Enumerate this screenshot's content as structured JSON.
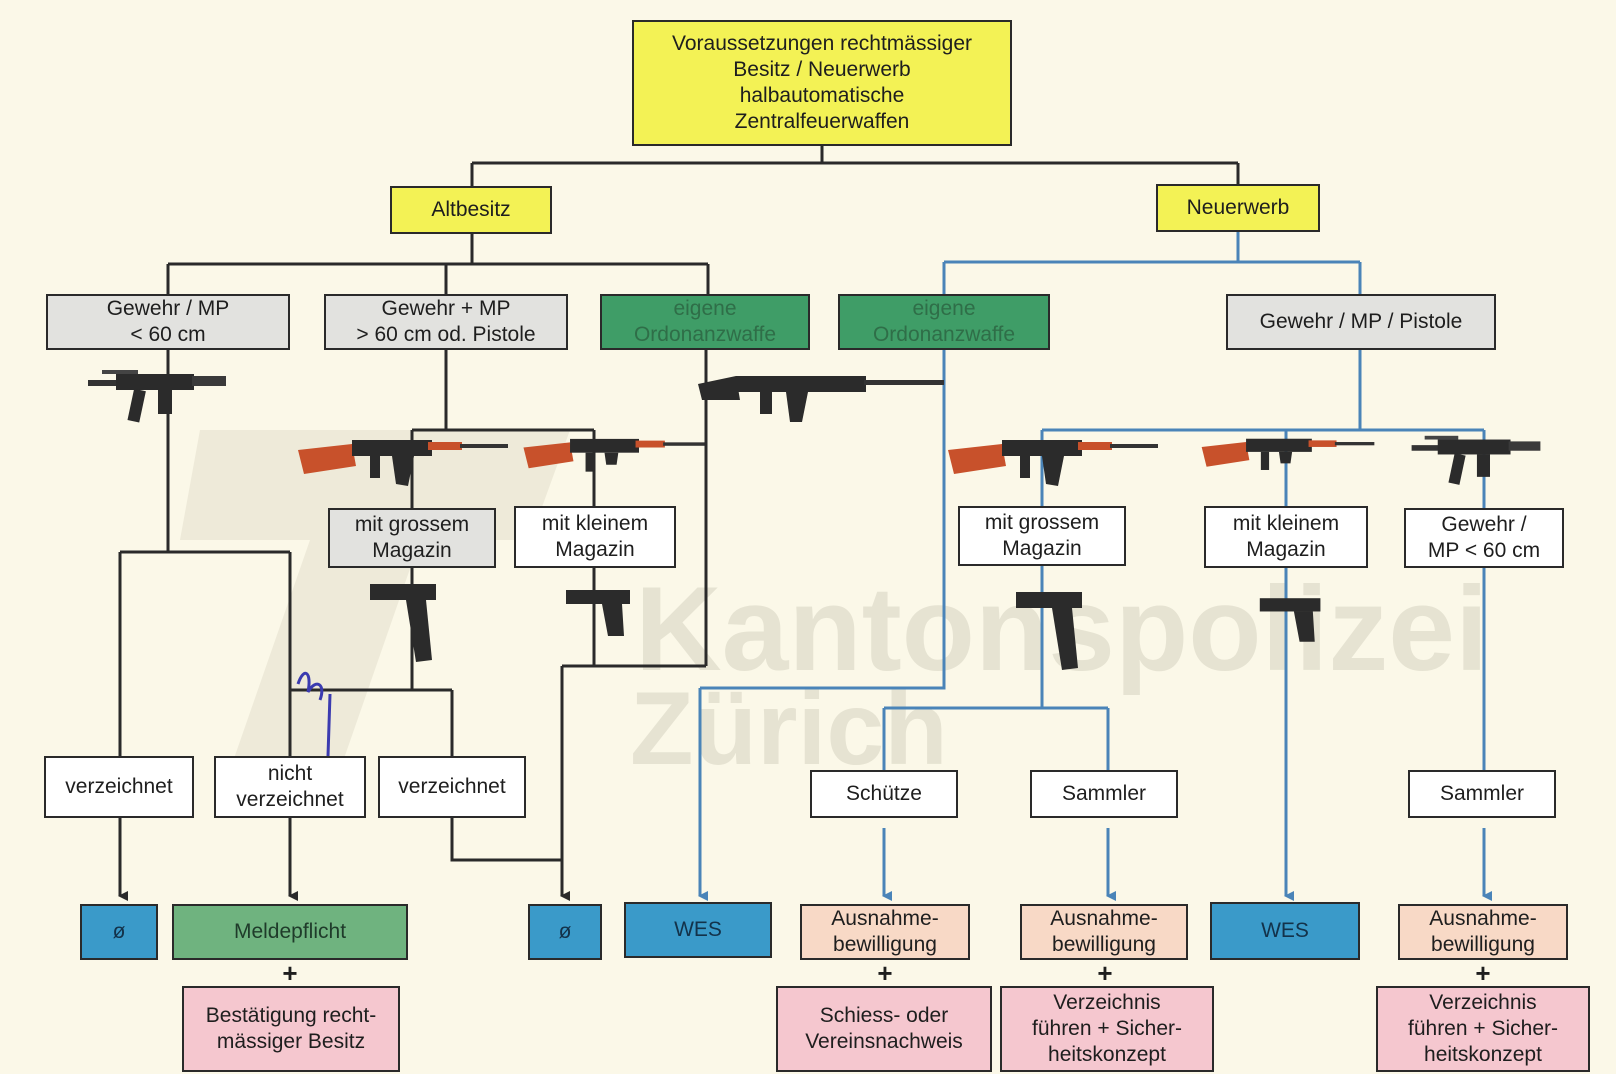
{
  "title": "Voraussetzungen rechtmässiger\nBesitz / Neuerwerb\nhalbautomatische\nZentralfeuerwaffen",
  "watermark": {
    "line1": "Kantonspolizei",
    "line2": "Zürich"
  },
  "colors": {
    "yellow": "#f3f255",
    "gray": "#e2e2df",
    "green": "#3f9d67",
    "blue": "#3a9ac9",
    "peach": "#f8d9c6",
    "pink": "#f5c7cf",
    "line_dark": "#2a2a2a",
    "line_blue": "#4a84b8"
  },
  "left": {
    "label": "Altbesitz",
    "cat_short": "Gewehr / MP\n< 60 cm",
    "cat_long": "Gewehr + MP\n> 60 cm od. Pistole",
    "ordonnanz": "eigene\nOrdonanzwaffe",
    "big_mag": "mit grossem\nMagazin",
    "small_mag": "mit kleinem\nMagazin",
    "listed_1": "verzeichnet",
    "not_listed": "nicht\nverzeichnet",
    "listed_2": "verzeichnet",
    "none_1": "ø",
    "report": "Meldepflicht",
    "none_2": "ø",
    "confirm": "Bestätigung recht-\nmässiger Besitz",
    "plus": "+"
  },
  "right": {
    "label": "Neuerwerb",
    "ordonnanz": "eigene\nOrdonanzwaffe",
    "cat_all": "Gewehr / MP / Pistole",
    "big_mag": "mit grossem\nMagazin",
    "small_mag": "mit kleinem\nMagazin",
    "short": "Gewehr /\nMP < 60 cm",
    "shooter": "Schütze",
    "collector_1": "Sammler",
    "collector_2": "Sammler",
    "wes_1": "WES",
    "wes_2": "WES",
    "permit_1": "Ausnahme-\nbewilligung",
    "permit_2": "Ausnahme-\nbewilligung",
    "permit_3": "Ausnahme-\nbewilligung",
    "proof": "Schiess- oder\nVereinsnachweis",
    "register_1": "Verzeichnis\nführen + Sicher-\nheitskonzept",
    "register_2": "Verzeichnis\nführen + Sicher-\nheitskonzept",
    "plus": "+"
  },
  "icons": {
    "smg": "submachine-gun-icon",
    "ak": "assault-rifle-icon",
    "pistol": "pistol-icon",
    "sg": "service-rifle-icon"
  }
}
